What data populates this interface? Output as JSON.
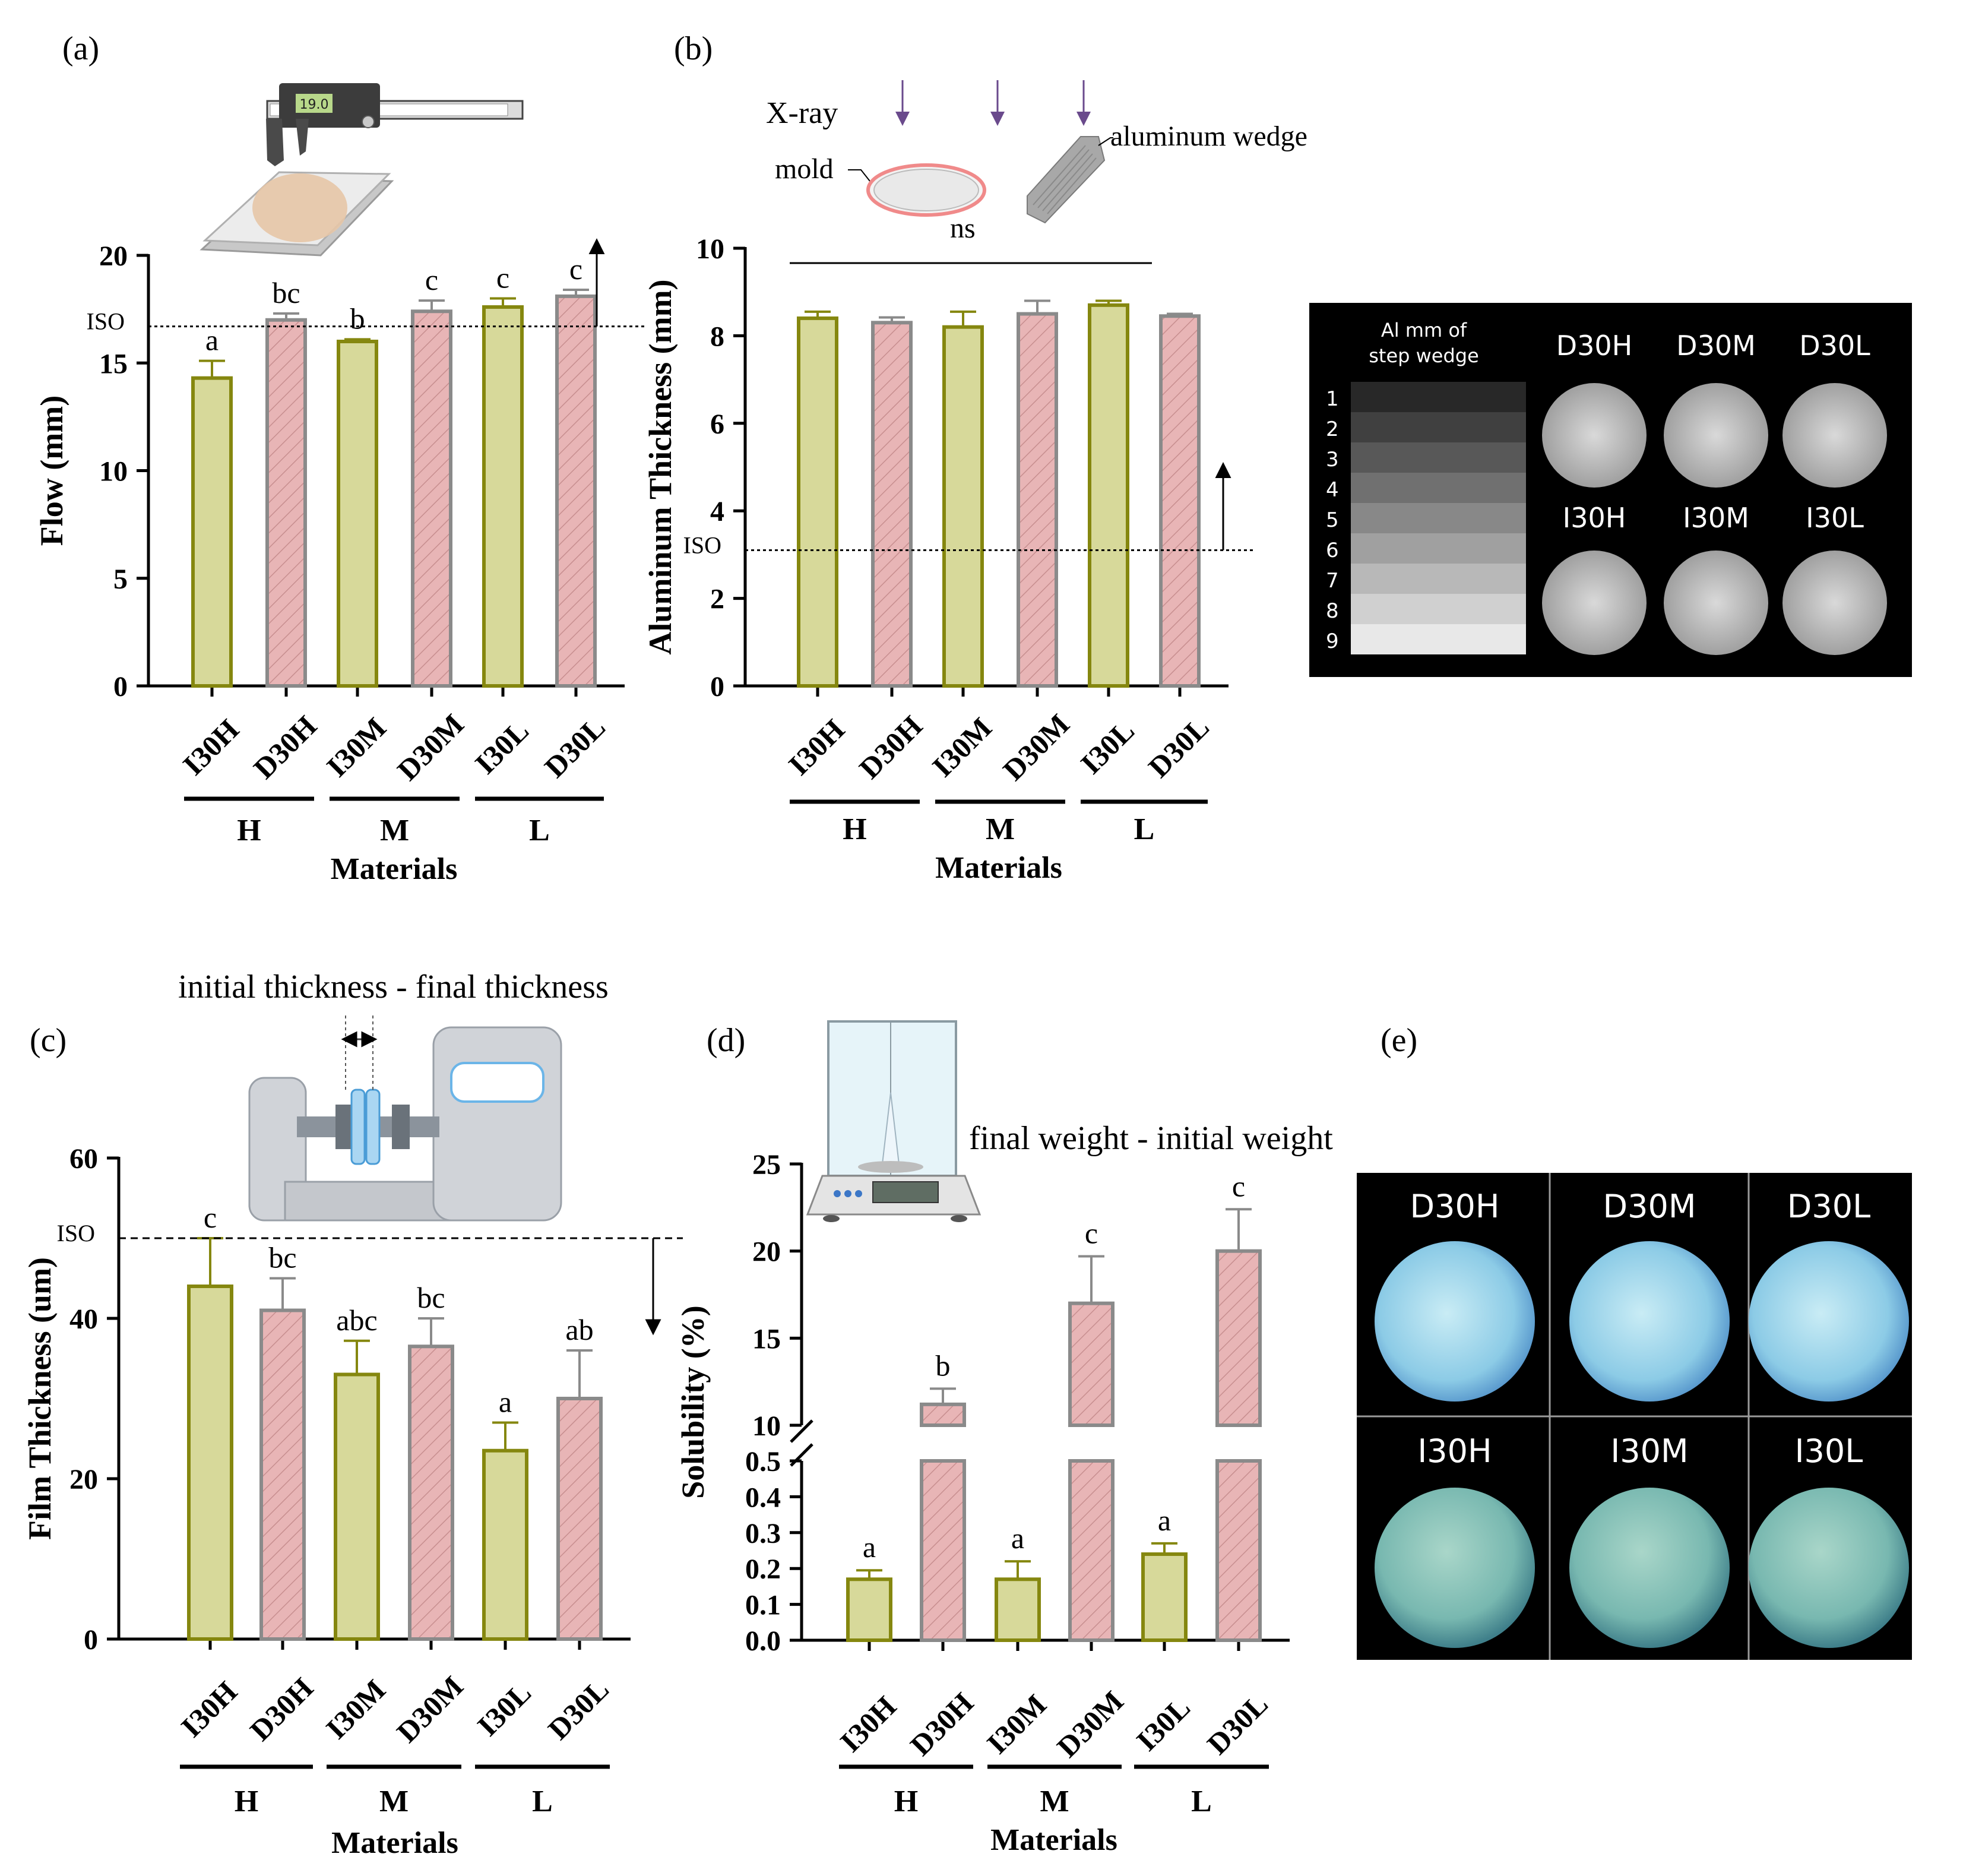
{
  "colors": {
    "i30_fill": "#d7d99a",
    "i30_stroke": "#85870f",
    "d30_fill": "#e8b5b6",
    "d30_stroke": "#8a8a8a",
    "d30_hatch": "#c78e8f",
    "axis": "#000000"
  },
  "common": {
    "categories": [
      "I30H",
      "D30H",
      "I30M",
      "D30M",
      "I30L",
      "D30L"
    ],
    "groups": [
      "H",
      "M",
      "L"
    ],
    "xlabel": "Materials",
    "iso_label": "ISO"
  },
  "panels": {
    "a": {
      "label": "(a)"
    },
    "b": {
      "label": "(b)",
      "xray": "X-ray",
      "mold": "mold",
      "wedge": "aluminum wedge",
      "ns": "ns"
    },
    "c": {
      "label": "(c)",
      "caption": "initial thickness - final thickness"
    },
    "d": {
      "label": "(d)",
      "caption": "final weight - initial weight"
    },
    "e": {
      "label": "(e)"
    }
  },
  "caliper_display": "19.0",
  "chart_data": [
    {
      "id": "a",
      "type": "bar",
      "ylabel": "Flow (mm)",
      "ylim": [
        0,
        20
      ],
      "yticks": [
        0,
        5,
        10,
        15,
        20
      ],
      "values": [
        14.3,
        17.0,
        16.0,
        17.4,
        17.6,
        18.1
      ],
      "errors": [
        0.8,
        0.3,
        0.1,
        0.5,
        0.4,
        0.3
      ],
      "letters": [
        "a",
        "bc",
        "b",
        "c",
        "c",
        "c"
      ],
      "iso": 16.7,
      "arrow": "up"
    },
    {
      "id": "b",
      "type": "bar",
      "ylabel": "Aluminum Thickness (mm)",
      "ylim": [
        0,
        10
      ],
      "yticks": [
        0,
        2,
        4,
        6,
        8,
        10
      ],
      "values": [
        8.4,
        8.3,
        8.2,
        8.5,
        8.7,
        8.45
      ],
      "errors": [
        0.15,
        0.12,
        0.35,
        0.3,
        0.1,
        0.05
      ],
      "letters": [
        "",
        "",
        "",
        "",
        "",
        ""
      ],
      "iso": 3.1,
      "arrow": "up"
    },
    {
      "id": "c",
      "type": "bar",
      "ylabel": "Film Thickness (um)",
      "ylim": [
        0,
        60
      ],
      "yticks": [
        0,
        20,
        40,
        60
      ],
      "values": [
        44,
        41,
        33,
        36.5,
        23.5,
        30
      ],
      "errors": [
        6,
        4,
        4.2,
        3.5,
        3.5,
        6
      ],
      "letters": [
        "c",
        "bc",
        "abc",
        "bc",
        "a",
        "ab"
      ],
      "iso": 50,
      "arrow": "down"
    },
    {
      "id": "d",
      "type": "bar",
      "ylabel": "Solubility (%)",
      "yticks_lower": [
        "0.0",
        "0.1",
        "0.2",
        "0.3",
        "0.4",
        "0.5"
      ],
      "yticks_upper": [
        "10",
        "15",
        "20",
        "25"
      ],
      "ylim_lower": [
        0,
        0.5
      ],
      "ylim_upper": [
        10,
        25
      ],
      "values": [
        0.17,
        11.2,
        0.17,
        17.0,
        0.24,
        20.0
      ],
      "errors": [
        0.025,
        0.9,
        0.05,
        2.7,
        0.03,
        2.4
      ],
      "letters": [
        "a",
        "b",
        "a",
        "c",
        "a",
        "c"
      ]
    }
  ],
  "xray_panel": {
    "wedge_title_1": "Al mm of",
    "wedge_title_2": "step wedge",
    "steps": [
      "1",
      "2",
      "3",
      "4",
      "5",
      "6",
      "7",
      "8",
      "9"
    ],
    "top_labels": [
      "D30H",
      "D30M",
      "D30L"
    ],
    "bottom_labels": [
      "I30H",
      "I30M",
      "I30L"
    ]
  },
  "photo_panel": {
    "top_labels": [
      "D30H",
      "D30M",
      "D30L"
    ],
    "bottom_labels": [
      "I30H",
      "I30M",
      "I30L"
    ]
  }
}
